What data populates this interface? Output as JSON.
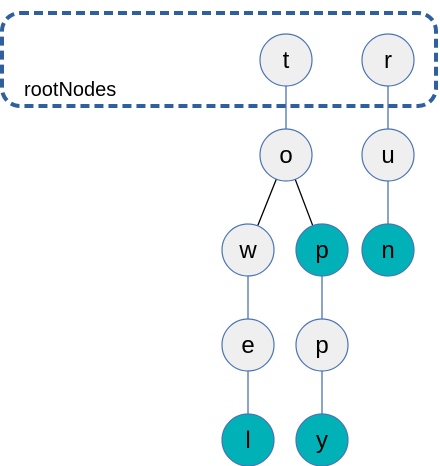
{
  "group": {
    "label": "rootNodes",
    "border_color": "#2f5f9f"
  },
  "colors": {
    "node_fill": "#efefef",
    "node_fill_terminal": "#00b2b8",
    "node_stroke": "#4a73b5",
    "edge_blue": "#4a73b5",
    "edge_black": "#000000"
  },
  "nodes": [
    {
      "id": "t",
      "label": "t",
      "terminal": false
    },
    {
      "id": "o",
      "label": "o",
      "terminal": false
    },
    {
      "id": "w",
      "label": "w",
      "terminal": false
    },
    {
      "id": "e",
      "label": "e",
      "terminal": false
    },
    {
      "id": "l",
      "label": "l",
      "terminal": true
    },
    {
      "id": "p1",
      "label": "p",
      "terminal": true
    },
    {
      "id": "p2",
      "label": "p",
      "terminal": false
    },
    {
      "id": "y",
      "label": "y",
      "terminal": true
    },
    {
      "id": "r",
      "label": "r",
      "terminal": false
    },
    {
      "id": "u",
      "label": "u",
      "terminal": false
    },
    {
      "id": "n",
      "label": "n",
      "terminal": true
    }
  ],
  "edges": [
    {
      "from": "t",
      "to": "o",
      "style": "blue"
    },
    {
      "from": "o",
      "to": "w",
      "style": "black"
    },
    {
      "from": "o",
      "to": "p1",
      "style": "black"
    },
    {
      "from": "w",
      "to": "e",
      "style": "blue"
    },
    {
      "from": "e",
      "to": "l",
      "style": "blue"
    },
    {
      "from": "p1",
      "to": "p2",
      "style": "blue"
    },
    {
      "from": "p2",
      "to": "y",
      "style": "blue"
    },
    {
      "from": "r",
      "to": "u",
      "style": "blue"
    },
    {
      "from": "u",
      "to": "n",
      "style": "blue"
    }
  ]
}
